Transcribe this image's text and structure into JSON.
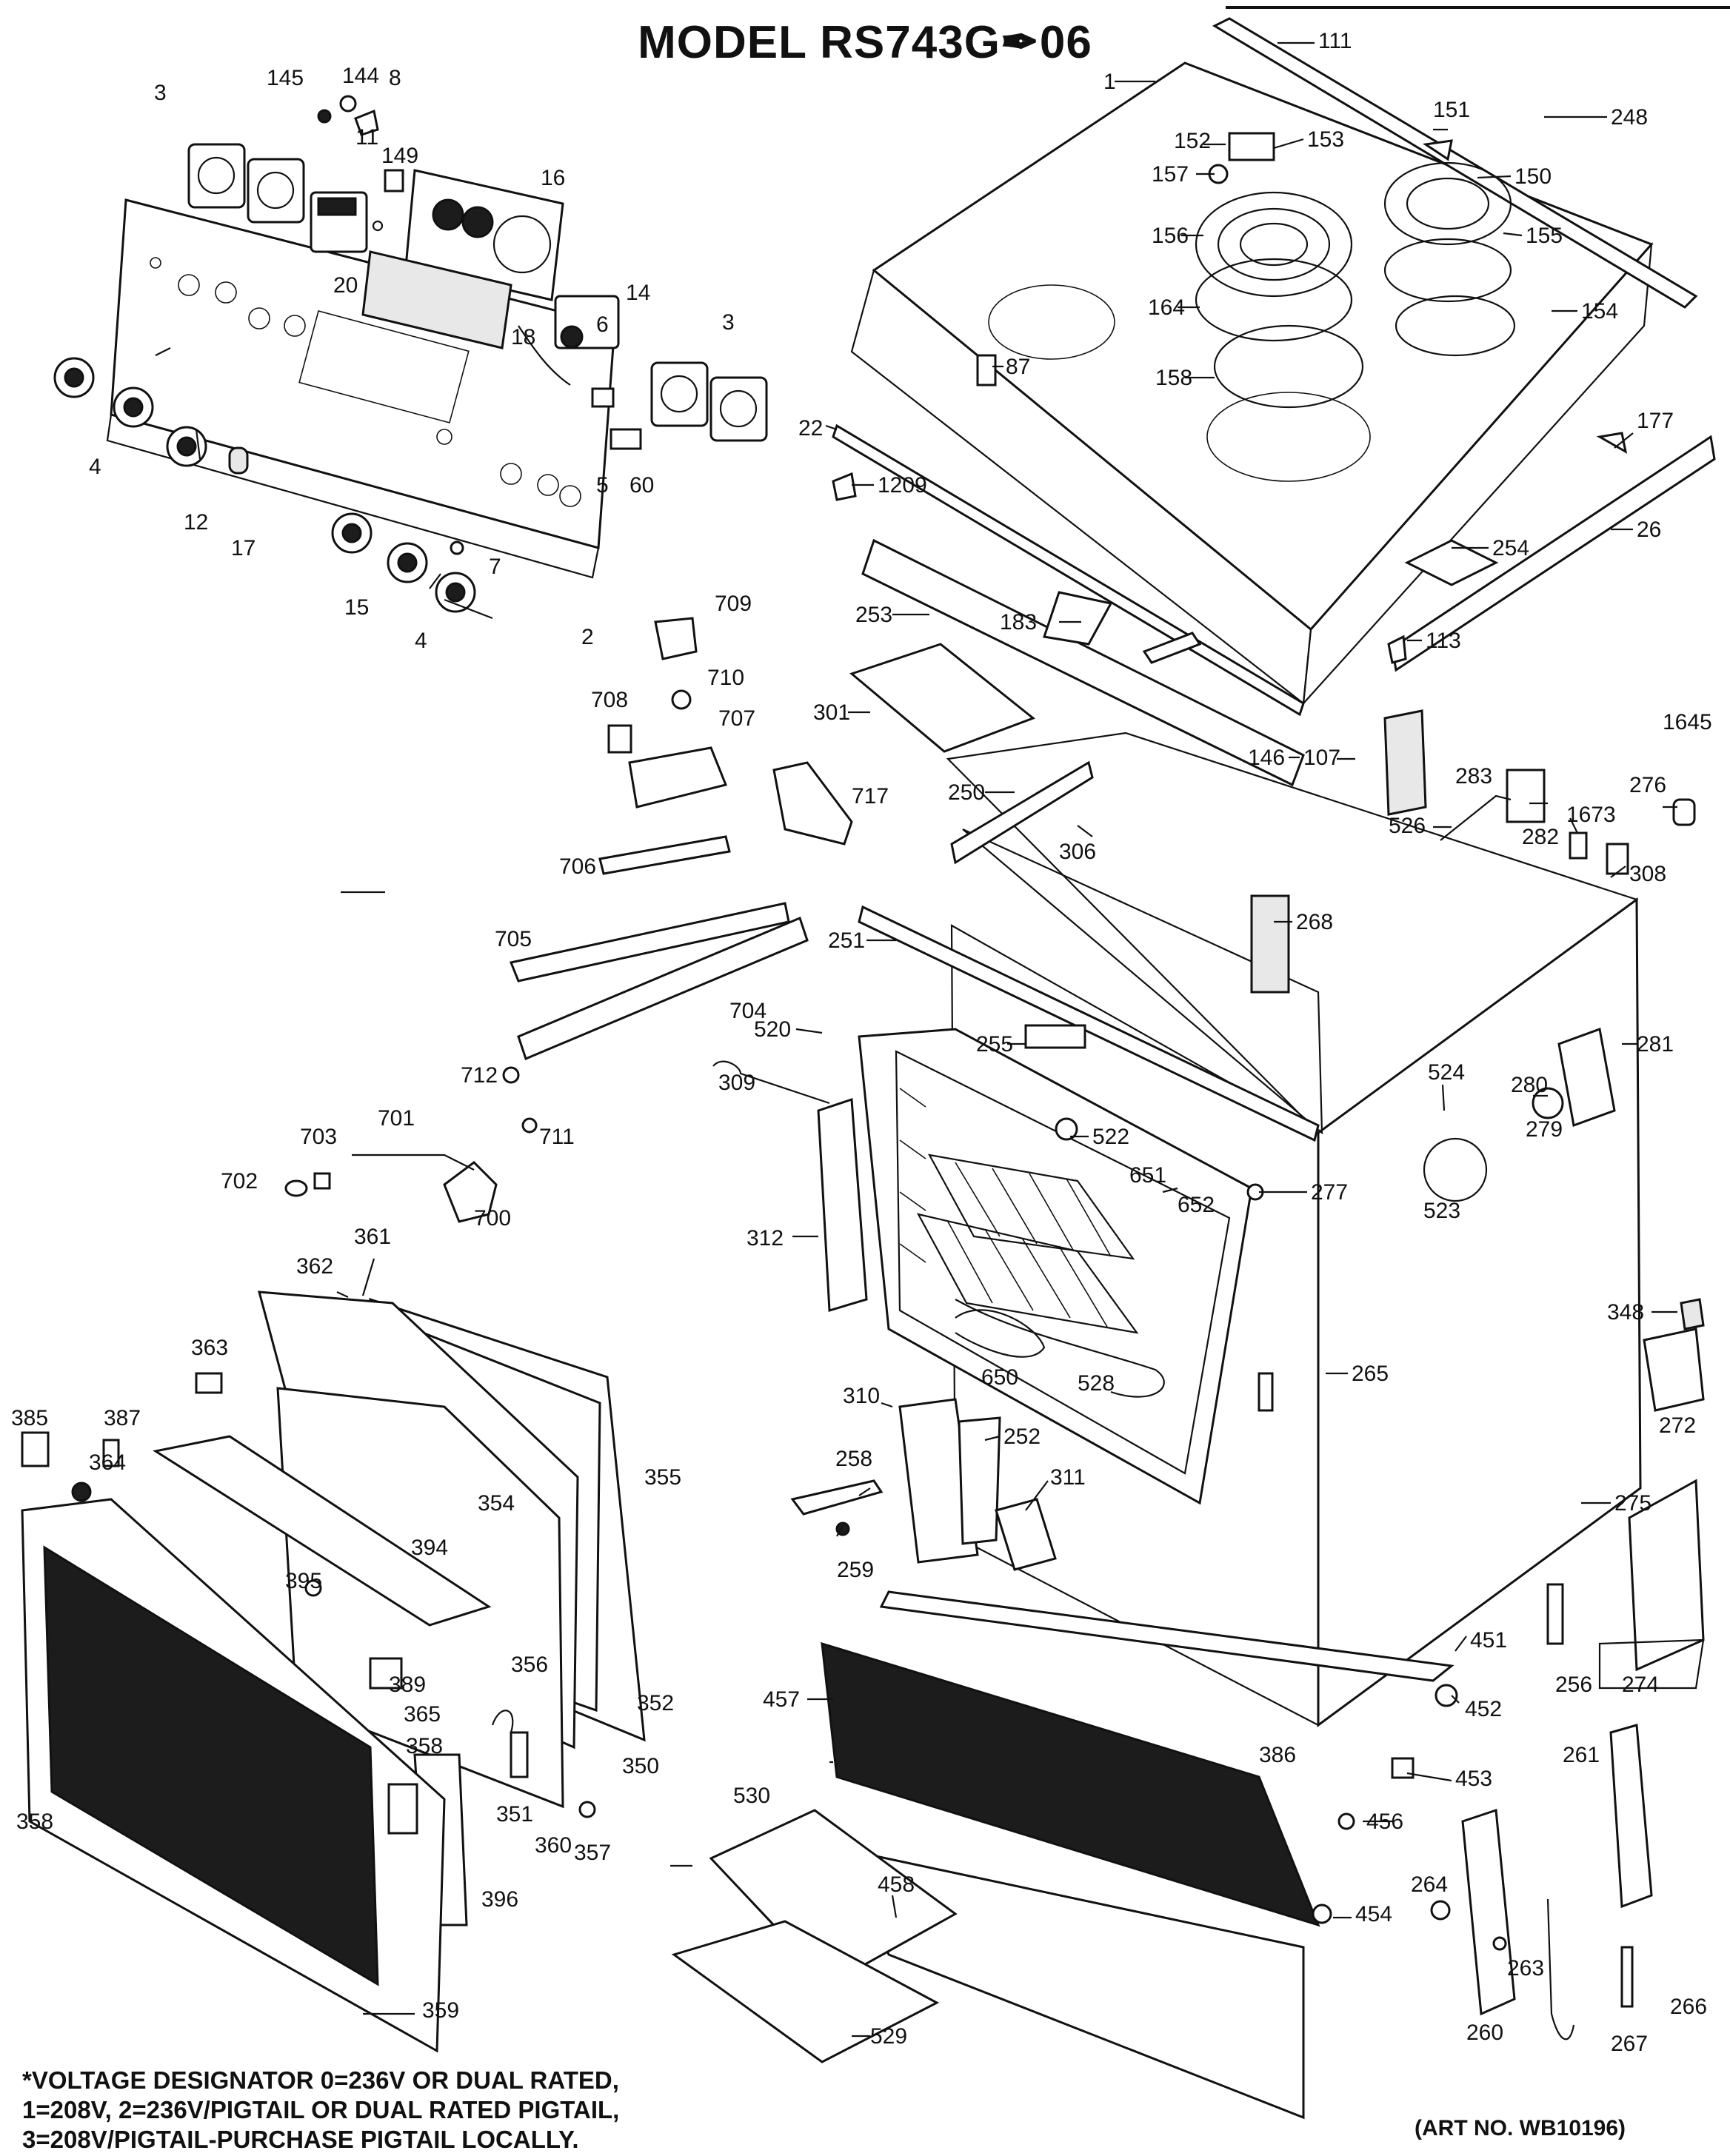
{
  "title": "MODEL RS743G✒06",
  "footnote": [
    "*VOLTAGE DESIGNATOR 0=236V OR DUAL RATED,",
    "1=208V, 2=236V/PIGTAIL OR DUAL RATED PIGTAIL,",
    "3=208V/PIGTAIL-PURCHASE PIGTAIL LOCALLY."
  ],
  "art_no": "(ART NO. WB10196)",
  "labels": {
    "l1": "1",
    "l2": "2",
    "l3a": "3",
    "l3b": "3",
    "l4a": "4",
    "l4b": "4",
    "l5": "5",
    "l6": "6",
    "l7": "7",
    "l8": "8",
    "l11": "11",
    "l12": "12",
    "l14": "14",
    "l15": "15",
    "l16": "16",
    "l17": "17",
    "l18": "18",
    "l20": "20",
    "l22": "22",
    "l26": "26",
    "l60": "60",
    "l87": "87",
    "l107": "107",
    "l111": "111",
    "l113": "113",
    "l144": "144",
    "l145": "145",
    "l146": "146",
    "l149": "149",
    "l150": "150",
    "l151": "151",
    "l152": "152",
    "l153": "153",
    "l154": "154",
    "l155": "155",
    "l156": "156",
    "l157": "157",
    "l158": "158",
    "l164": "164",
    "l177": "177",
    "l183": "183",
    "l248": "248",
    "l250": "250",
    "l251": "251",
    "l252": "252",
    "l253": "253",
    "l254": "254",
    "l255": "255",
    "l256": "256",
    "l258": "258",
    "l259": "259",
    "l260": "260",
    "l261": "261",
    "l263": "263",
    "l264": "264",
    "l265": "265",
    "l266": "266",
    "l267": "267",
    "l268": "268",
    "l272": "272",
    "l274": "274",
    "l275": "275",
    "l276": "276",
    "l277": "277",
    "l279": "279",
    "l280": "280",
    "l281": "281",
    "l282": "282",
    "l283": "283",
    "l301": "301",
    "l306": "306",
    "l308": "308",
    "l309": "309",
    "l310": "310",
    "l311": "311",
    "l312": "312",
    "l348": "348",
    "l350": "350",
    "l351": "351",
    "l352": "352",
    "l354": "354",
    "l355": "355",
    "l356": "356",
    "l357": "357",
    "l358a": "358",
    "l358b": "358",
    "l359": "359",
    "l360": "360",
    "l361": "361",
    "l362": "362",
    "l363": "363",
    "l364": "364",
    "l365": "365",
    "l385": "385",
    "l386": "386",
    "l387": "387",
    "l389": "389",
    "l394": "394",
    "l395": "395",
    "l396": "396",
    "l451": "451",
    "l452": "452",
    "l453": "453",
    "l454": "454",
    "l456": "456",
    "l457": "457",
    "l458": "458",
    "l520": "520",
    "l522": "522",
    "l523": "523",
    "l524": "524",
    "l526": "526",
    "l528": "528",
    "l529": "529",
    "l530": "530",
    "l650": "650",
    "l651": "651",
    "l652": "652",
    "l700": "700",
    "l701": "701",
    "l702": "702",
    "l703": "703",
    "l704": "704",
    "l705": "705",
    "l706": "706",
    "l707": "707",
    "l708": "708",
    "l709": "709",
    "l710": "710",
    "l711": "711",
    "l712": "712",
    "l717": "717",
    "l1209": "1209",
    "l1645": "1645",
    "l1673": "1673"
  }
}
